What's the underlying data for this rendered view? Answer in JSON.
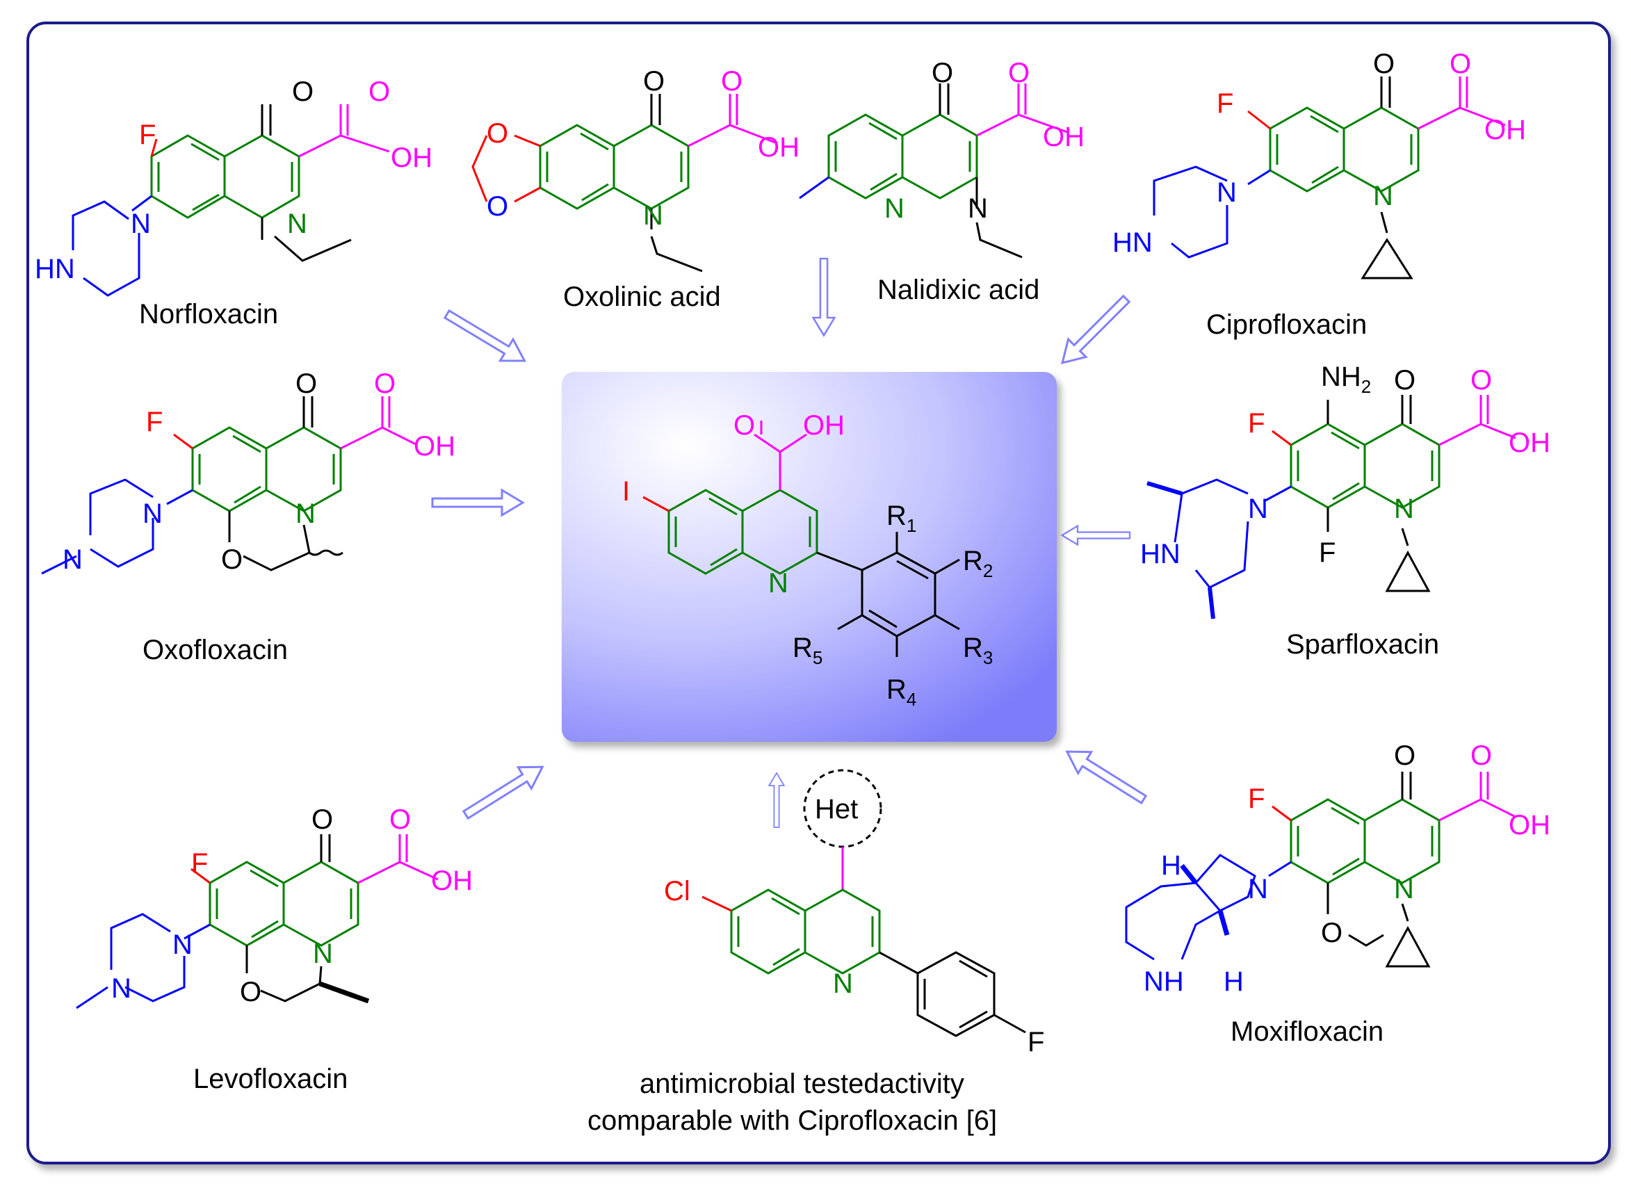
{
  "compounds": {
    "norfloxacin": "Norfloxacin",
    "oxolinic_acid": "Oxolinic acid",
    "nalidixic_acid": "Nalidixic acid",
    "ciprofloxacin": "Ciprofloxacin",
    "oxofloxacin": "Oxofloxacin",
    "sparfloxacin": "Sparfloxacin",
    "levofloxacin": "Levofloxacin",
    "moxifloxacin": "Moxifloxacin"
  },
  "bottom_caption": {
    "line1": "antimicrobial testedactivity",
    "line2": "comparable with Ciprofloxacin [6]"
  },
  "atoms": {
    "O": "O",
    "OH": "OH",
    "N": "N",
    "F": "F",
    "HN": "HN",
    "NH": "NH",
    "H": "H",
    "I": "I",
    "Cl": "Cl",
    "NH2": "NH",
    "R": "R",
    "Het": "Het",
    "sub_2": "2",
    "sub_1": "1",
    "sub_3": "3",
    "sub_4": "4",
    "sub_5": "5"
  },
  "colors": {
    "ring": "#008000",
    "acid": "#ff00ff",
    "amine": "#0000ff",
    "halogen": "#ff0000",
    "black": "#000000",
    "arrow": "#8080ff",
    "frame": "#1a1a8c",
    "box_fill": "#8888ff"
  }
}
